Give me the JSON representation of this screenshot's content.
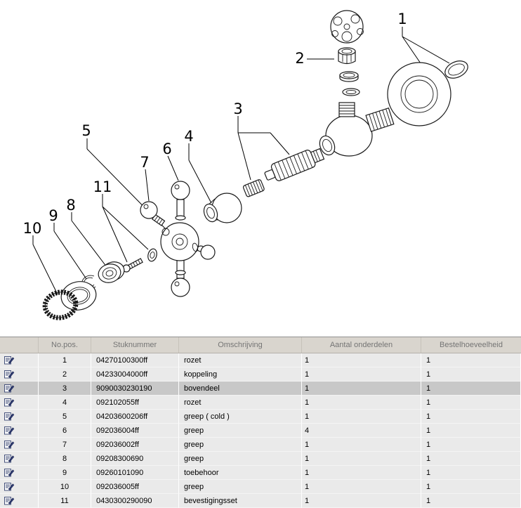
{
  "diagram": {
    "callouts": [
      "1",
      "2",
      "3",
      "4",
      "5",
      "6",
      "7",
      "8",
      "9",
      "10",
      "11"
    ]
  },
  "table": {
    "headers": [
      "No.pos.",
      "Stuknummer",
      "Omschrijving",
      "Aantal onderdelen",
      "Bestelhoeveelheid"
    ],
    "selected_pos": "3",
    "rows": [
      {
        "pos": "1",
        "stuknummer": "04270100300ff",
        "omschrijving": "rozet",
        "aantal": "1",
        "bestel": "1"
      },
      {
        "pos": "2",
        "stuknummer": "04233004000ff",
        "omschrijving": "koppeling",
        "aantal": "1",
        "bestel": "1"
      },
      {
        "pos": "3",
        "stuknummer": "9090030230190",
        "omschrijving": "bovendeel",
        "aantal": "1",
        "bestel": "1",
        "selected": true
      },
      {
        "pos": "4",
        "stuknummer": "092102055ff",
        "omschrijving": "rozet",
        "aantal": "1",
        "bestel": "1"
      },
      {
        "pos": "5",
        "stuknummer": "04203600206ff",
        "omschrijving": "greep ( cold )",
        "aantal": "1",
        "bestel": "1"
      },
      {
        "pos": "6",
        "stuknummer": "092036004ff",
        "omschrijving": "greep",
        "aantal": "4",
        "bestel": "1"
      },
      {
        "pos": "7",
        "stuknummer": "092036002ff",
        "omschrijving": "greep",
        "aantal": "1",
        "bestel": "1"
      },
      {
        "pos": "8",
        "stuknummer": "09208300690",
        "omschrijving": "greep",
        "aantal": "1",
        "bestel": "1"
      },
      {
        "pos": "9",
        "stuknummer": "09260101090",
        "omschrijving": "toebehoor",
        "aantal": "1",
        "bestel": "1"
      },
      {
        "pos": "10",
        "stuknummer": "092036005ff",
        "omschrijving": "greep",
        "aantal": "1",
        "bestel": "1"
      },
      {
        "pos": "11",
        "stuknummer": "0430300290090",
        "omschrijving": "bevestigingsset",
        "aantal": "1",
        "bestel": "1"
      }
    ]
  },
  "colors": {
    "header_bg": "#d9d5ce",
    "row_bg": "#eaeaea",
    "selected_row_bg": "#c8c8c8",
    "header_text": "#757575"
  }
}
